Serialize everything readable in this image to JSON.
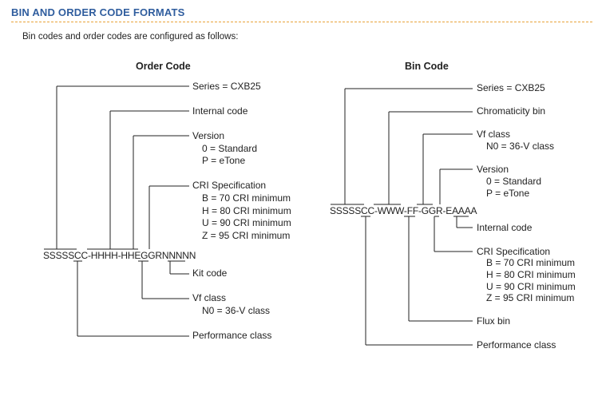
{
  "header": {
    "title": "BIN AND ORDER CODE FORMATS",
    "intro": "Bin codes and order codes are configured as follows:"
  },
  "order_code": {
    "heading": "Order Code",
    "code": "SSSSSCC-HHHH-HHEGGRNNNNN",
    "labels": {
      "series": "Series = CXB25",
      "internal": "Internal code",
      "version": "Version",
      "version_0": "0 = Standard",
      "version_p": "P = eTone",
      "cri": "CRI Specification",
      "cri_b": "B = 70 CRI minimum",
      "cri_h": "H = 80 CRI minimum",
      "cri_u": "U = 90 CRI minimum",
      "cri_z": "Z = 95 CRI minimum",
      "kit": "Kit code",
      "vf": "Vf class",
      "vf_n0": "N0 = 36-V class",
      "perf": "Performance class"
    }
  },
  "bin_code": {
    "heading": "Bin Code",
    "code": "SSSSSCC-WWW-FF-GGR-EAAAA",
    "labels": {
      "series": "Series = CXB25",
      "chroma": "Chromaticity bin",
      "vf": "Vf class",
      "vf_n0": "N0 = 36-V class",
      "version": "Version",
      "version_0": "0 = Standard",
      "version_p": "P = eTone",
      "internal": "Internal code",
      "cri": "CRI Specification",
      "cri_b": "B = 70 CRI minimum",
      "cri_h": "H = 80 CRI minimum",
      "cri_u": "U = 90 CRI minimum",
      "cri_z": "Z = 95 CRI minimum",
      "flux": "Flux bin",
      "perf": "Performance class"
    }
  }
}
